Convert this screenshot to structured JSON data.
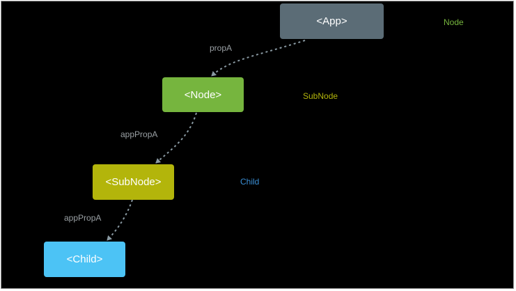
{
  "nodes": {
    "app": {
      "label": "<App>",
      "color": "#5b6c76"
    },
    "node": {
      "label": "<Node>",
      "color": "#76b53e"
    },
    "subnode": {
      "label": "<SubNode>",
      "color": "#b3b50b"
    },
    "child": {
      "label": "<Child>",
      "color": "#4cc3f5"
    }
  },
  "side_labels": {
    "node": {
      "text": "Node",
      "color": "#76b53e"
    },
    "subnode": {
      "text": "SubNode",
      "color": "#b3b50b"
    },
    "child": {
      "text": "Child",
      "color": "#3a8fd6"
    }
  },
  "edges": {
    "app_to_node": {
      "label": "propA"
    },
    "node_to_subnode": {
      "label": "appPropA"
    },
    "subnode_to_child": {
      "label": "appPropA"
    }
  },
  "colors": {
    "background": "#000000",
    "edge_line": "#8a9aa3",
    "edge_label": "#9aa0a4"
  }
}
